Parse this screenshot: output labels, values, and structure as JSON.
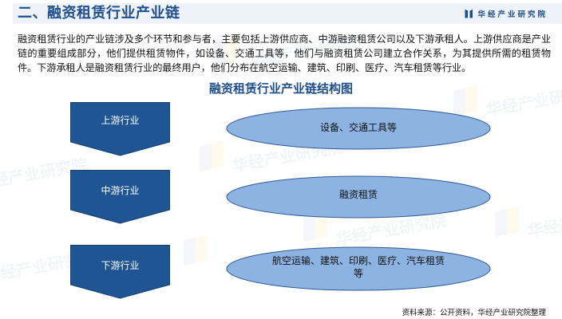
{
  "header": {
    "title": "二、融资租赁行业产业链",
    "brand": {
      "logo_icon": "huajing-logo-icon",
      "name": "华经产业研究院"
    }
  },
  "intro": {
    "text": "融资租赁行业的产业链涉及多个环节和参与者，主要包括上游供应商、中游融资租赁公司以及下游承租人。上游供应商是产业链的重要组成部分，他们提供租赁物件，如设备、交通工具等，他们与融资租赁公司建立合作关系，为其提供所需的租赁物件。下游承租人是融资租赁行业的最终用户，他们分布在航空运输、建筑、印刷、医疗、汽车租赁等行业。"
  },
  "diagram": {
    "title": "融资租赁行业产业链结构图",
    "colors": {
      "stage_fill": "#1f5592",
      "stage_stroke": "#17406f",
      "oval_fill": "#8db3e2",
      "oval_stroke": "#2f5a96"
    },
    "rows": [
      {
        "stage": "上游行业",
        "detail": "设备、交通工具等"
      },
      {
        "stage": "中游行业",
        "detail": "融资租赁"
      },
      {
        "stage": "下游行业",
        "detail_line1": "航空运输、建筑、印刷、医疗、汽车租赁",
        "detail_line2": "等"
      }
    ]
  },
  "watermark": {
    "text": "华经产业研究院"
  },
  "footer": {
    "source": "资料来源：公开资料，华经产业研究院整理"
  }
}
